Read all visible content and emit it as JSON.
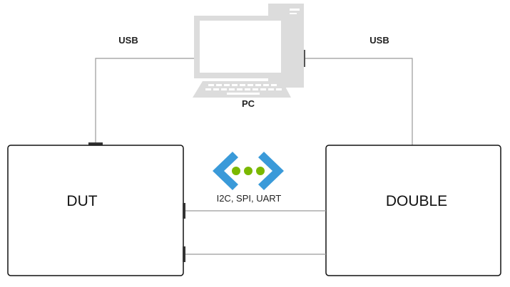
{
  "diagram": {
    "pc_label": "PC",
    "usb_left_label": "USB",
    "usb_right_label": "USB",
    "dut_label": "DUT",
    "double_label": "DOUBLE",
    "protocol_label": "I2C, SPI, UART",
    "icons": [
      "pc-icon",
      "connection-icon"
    ],
    "colors": {
      "pc": "#dcdcdc",
      "connection_brackets": "#3a9ad9",
      "connection_dots": "#7ab800",
      "wires": "#9a9a9a",
      "box_border": "#111111"
    }
  }
}
